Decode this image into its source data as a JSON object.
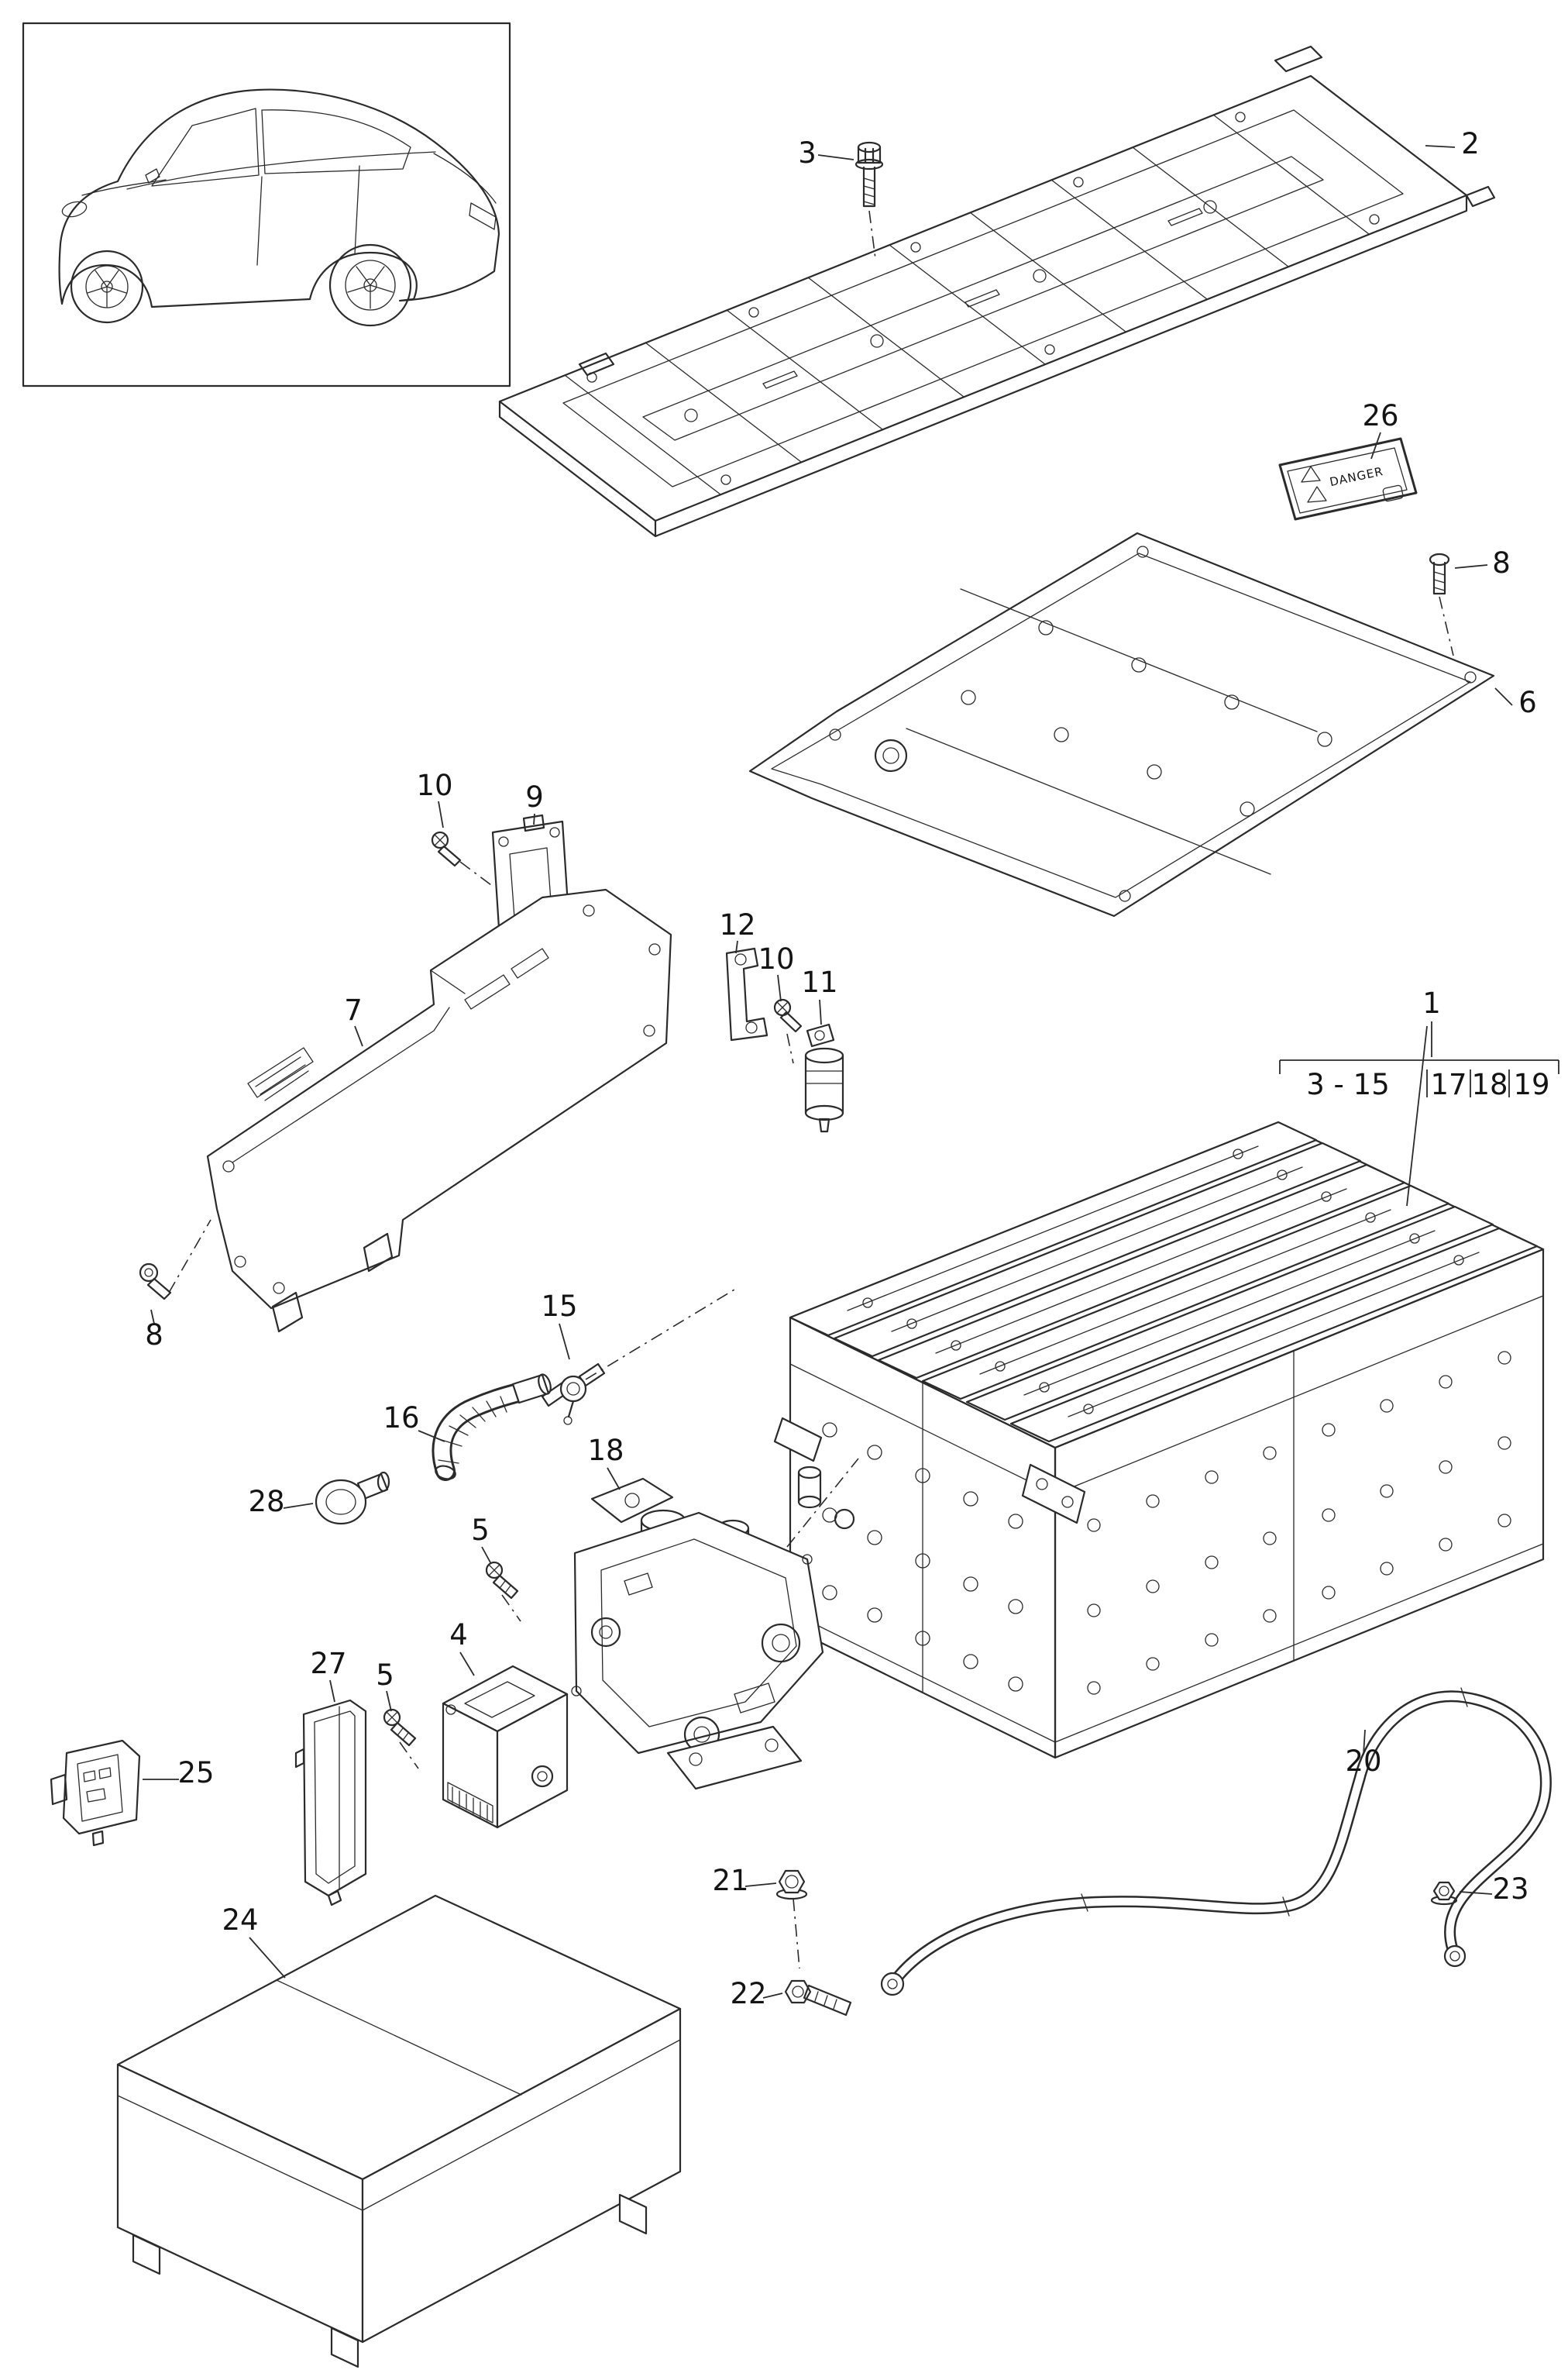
{
  "diagram": {
    "type": "exploded-parts-diagram",
    "callouts": [
      {
        "label": "3"
      },
      {
        "label": "2"
      },
      {
        "label": "26"
      },
      {
        "label": "8"
      },
      {
        "label": "6"
      },
      {
        "label": "10"
      },
      {
        "label": "9"
      },
      {
        "label": "7"
      },
      {
        "label": "12"
      },
      {
        "label": "10"
      },
      {
        "label": "11"
      },
      {
        "label": "1"
      },
      {
        "label": "8"
      },
      {
        "label": "15"
      },
      {
        "label": "16"
      },
      {
        "label": "28"
      },
      {
        "label": "18"
      },
      {
        "label": "5"
      },
      {
        "label": "4"
      },
      {
        "label": "27"
      },
      {
        "label": "5"
      },
      {
        "label": "25"
      },
      {
        "label": "24"
      },
      {
        "label": "21"
      },
      {
        "label": "22"
      },
      {
        "label": "20"
      },
      {
        "label": "23"
      }
    ],
    "assembly_bracket": {
      "range": "3 - 15",
      "extra": [
        "17",
        "18",
        "19"
      ]
    },
    "warning_label_text": "DANGER"
  }
}
